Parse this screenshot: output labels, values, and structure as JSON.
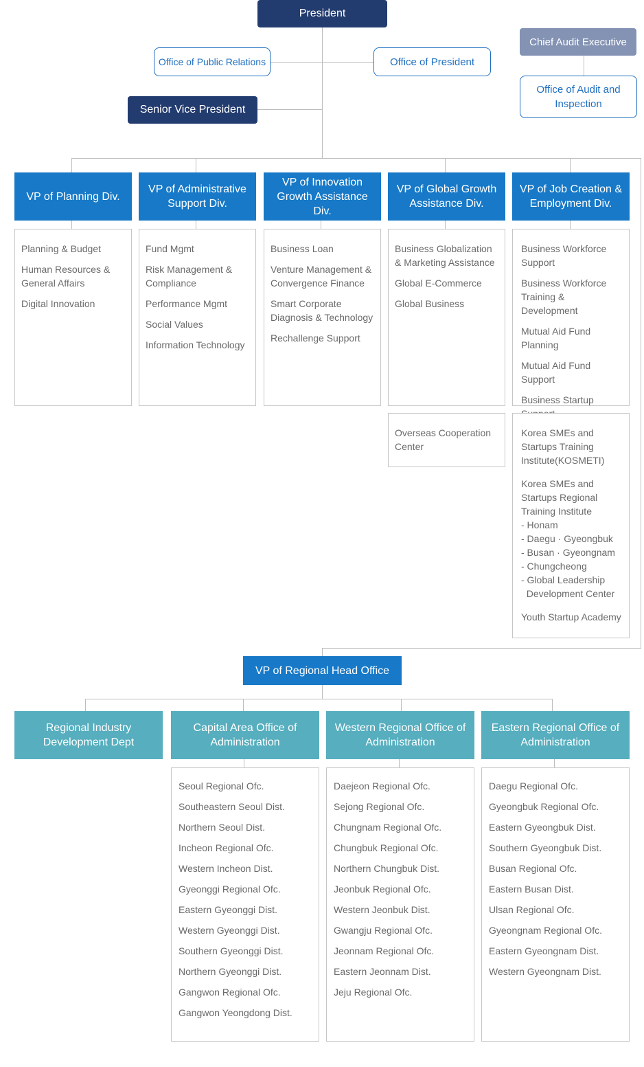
{
  "top": {
    "president": "President",
    "public_relations": "Office of Public Relations",
    "office_president": "Office of President",
    "chief_audit": "Chief Audit Executive",
    "audit_office": "Office of Audit and Inspection",
    "senior_vp": "Senior Vice President"
  },
  "divisions": [
    {
      "title": "VP of Planning Div.",
      "items": [
        "Planning & Budget",
        "Human Resources & General Affairs",
        "Digital Innovation"
      ]
    },
    {
      "title": "VP of Administrative Support Div.",
      "items": [
        "Fund Mgmt",
        "Risk Management & Compliance",
        "Performance Mgmt",
        "Social Values",
        "Information Technology"
      ]
    },
    {
      "title": "VP of Innovation Growth Assistance Div.",
      "items": [
        "Business Loan",
        "Venture Management & Convergence Finance",
        "Smart Corporate Diagnosis & Technology",
        "Rechallenge Support"
      ]
    },
    {
      "title": "VP of Global Growth Assistance Div.",
      "items": [
        "Business Globalization & Marketing Assistance",
        "Global E-Commerce",
        "Global Business"
      ],
      "extra": "Overseas Cooperation Center"
    },
    {
      "title": "VP of Job Creation & Employment Div.",
      "items": [
        "Business Workforce Support",
        "Business Workforce Training & Development",
        "Mutual Aid Fund Planning",
        "Mutual Aid Fund Support",
        "Business Startup Support"
      ],
      "extra": {
        "kosmeti": "Korea SMEs and Startups Training Institute(KOSMETI)",
        "regional_title": "Korea SMEs and Startups Regional Training Institute",
        "regional_items": [
          "- Honam",
          "- Daegu · Gyeongbuk",
          "- Busan · Gyeongnam",
          "- Chungcheong",
          "- Global Leadership",
          "  Development Center"
        ],
        "youth": "Youth Startup Academy"
      }
    }
  ],
  "regional_head": "VP of Regional Head Office",
  "regions": [
    {
      "title": "Regional Industry Development Dept",
      "items": []
    },
    {
      "title": "Capital Area Office of Administration",
      "items": [
        "Seoul Regional Ofc.",
        "Southeastern Seoul Dist.",
        "Northern Seoul Dist.",
        "Incheon Regional Ofc.",
        "Western Incheon Dist.",
        "Gyeonggi Regional Ofc.",
        "Eastern Gyeonggi Dist.",
        "Western Gyeonggi Dist.",
        "Southern Gyeonggi Dist.",
        "Northern Gyeonggi Dist.",
        "Gangwon Regional Ofc.",
        "Gangwon Yeongdong Dist."
      ]
    },
    {
      "title": "Western Regional Office of Administration",
      "items": [
        "Daejeon Regional Ofc.",
        "Sejong Regional Ofc.",
        "Chungnam Regional Ofc.",
        "Chungbuk Regional Ofc.",
        "Northern Chungbuk Dist.",
        "Jeonbuk Regional Ofc.",
        "Western Jeonbuk Dist.",
        "Gwangju Regional Ofc.",
        "Jeonnam Regional Ofc.",
        "Eastern Jeonnam Dist.",
        "Jeju Regional Ofc."
      ]
    },
    {
      "title": "Eastern Regional Office of Administration",
      "items": [
        "Daegu Regional Ofc.",
        "Gyeongbuk Regional  Ofc.",
        "Eastern Gyeongbuk Dist.",
        "Southern Gyeongbuk Dist.",
        "Busan Regional Ofc.",
        "Eastern Busan Dist.",
        "Ulsan Regional Ofc.",
        "Gyeongnam Regional Ofc.",
        "Eastern Gyeongnam Dist.",
        "Western Gyeongnam Dist."
      ]
    }
  ],
  "colors": {
    "navy": "#233c6f",
    "blue": "#1779c7",
    "teal": "#56aebe",
    "gray_box": "#8493b4",
    "outline_text": "#1f6fbf"
  }
}
